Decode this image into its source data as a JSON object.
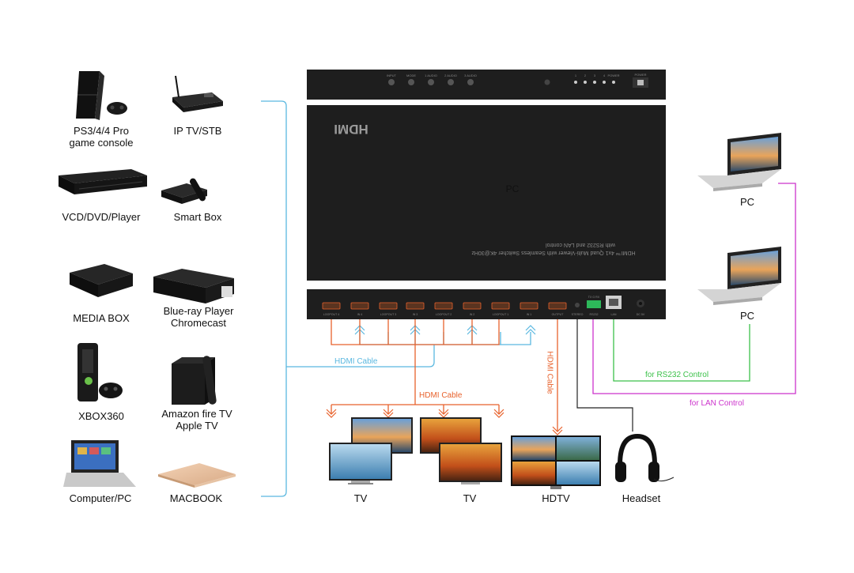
{
  "sources": {
    "ps4": [
      "PS3/4/4 Pro",
      "game console"
    ],
    "iptv": "IP TV/STB",
    "vcd": "VCD/DVD/Player",
    "smartbox": "Smart Box",
    "mediabox": "MEDIA BOX",
    "bluray": [
      "Blue-ray Player",
      "Chromecast"
    ],
    "xbox": "XBOX360",
    "firetv": [
      "Amazon fire TV",
      "Apple TV"
    ],
    "computer": "Computer/PC",
    "macbook": "MACBOOK"
  },
  "device": {
    "logo": "HDMI",
    "center_label": "PC",
    "caption_line1": "HDMI™ 4x1 Quad Multi-Viewer with Seamless Switcher 4K@30Hz",
    "caption_line2": "with RS232 and LAN control",
    "front_buttons": [
      "INPUT",
      "MODE",
      "1 AUDIO",
      "2 AUDIO",
      "3 AUDIO"
    ],
    "front_leds": [
      "1",
      "2",
      "3",
      "4",
      "POWER"
    ],
    "power_label": "POWER",
    "rear_ports": [
      "LOOPOUT 4",
      "IN 4",
      "LOOPOUT 3",
      "IN 3",
      "LOOPOUT 2",
      "IN 2",
      "LOOPOUT 1",
      "IN 1",
      "OUTPUT",
      "STEREO",
      "RS232",
      "LAN",
      "DC 5V"
    ],
    "rs232_pins": "TX  G  RX"
  },
  "cables": {
    "hdmi_in": "HDMI Cable",
    "hdmi_out": "HDMI Cable",
    "hdmi_vertical": "HDMI Cable",
    "rs232": "for RS232 Control",
    "lan": "for LAN Control"
  },
  "outputs": {
    "tv_left": "TV",
    "tv_right": "TV",
    "hdtv": "HDTV",
    "headset": "Headset"
  },
  "pcs": {
    "pc_top": "PC",
    "pc_bottom": "PC"
  },
  "colors": {
    "hdmi_in": "#5bb8e0",
    "hdmi_out": "#e8622c",
    "rs232": "#3cc14a",
    "lan": "#cc33cc",
    "headset": "#222222",
    "device": "#1e1e1e"
  }
}
